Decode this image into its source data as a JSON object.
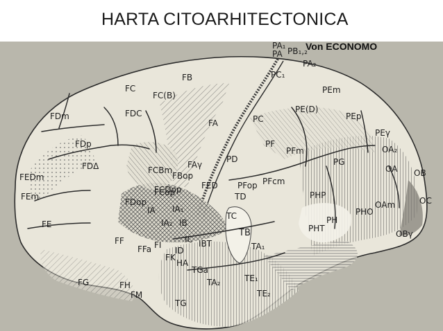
{
  "title": "HARTA CITOARHITECTONICA",
  "figure": {
    "author": "Von ECONOMO",
    "colors": {
      "background": "#b9b7ac",
      "paper": "#e9e6da",
      "ink": "#2a2a2a",
      "hatch_dark": "#6e6c64"
    },
    "areas": [
      "FB",
      "FC",
      "FC(B)",
      "FA",
      "FAγ",
      "FDm",
      "FDΔ",
      "FDC",
      "FDp",
      "FE",
      "FEm",
      "FED",
      "FEDm",
      "FF",
      "FFa",
      "FG",
      "FH",
      "FM",
      "FBop",
      "FCop",
      "FCBm",
      "FDop",
      "FCDop",
      "PA",
      "PA₁",
      "PA₂",
      "PB₁,₂",
      "PC",
      "PC₁",
      "PD",
      "PEm",
      "PE(D)",
      "PEp",
      "PEγ",
      "PF",
      "PFm",
      "PFop",
      "PFcm",
      "PG",
      "PH",
      "PHP",
      "PHO",
      "PHT",
      "OA",
      "OAm",
      "OA₂",
      "OB",
      "OBγ",
      "OC",
      "IA",
      "IA₁",
      "IA₂",
      "IB",
      "IBT",
      "IC",
      "ID",
      "TA₁",
      "TA₂",
      "TB",
      "TC",
      "TD",
      "TE₁",
      "TE₂",
      "TG",
      "TGa",
      "HA",
      "FK",
      "FI"
    ]
  }
}
